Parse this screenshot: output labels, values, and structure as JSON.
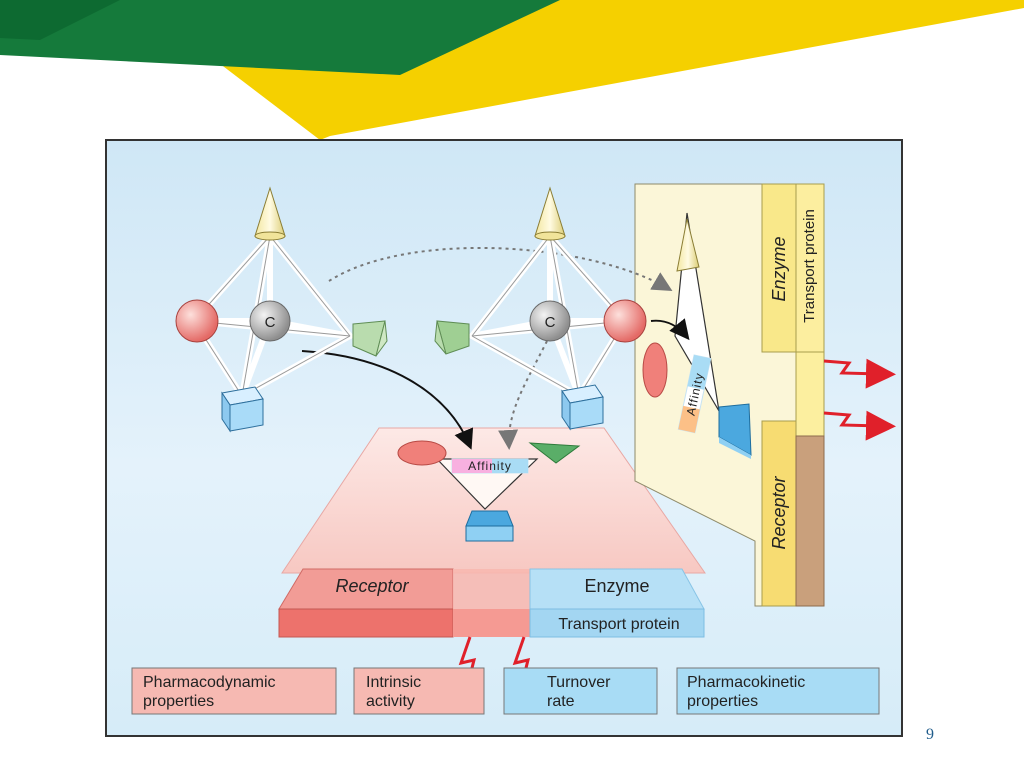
{
  "slide_number": "9",
  "colors": {
    "banner_green": "#157a3b",
    "banner_yellow": "#f5d000",
    "receptor_red": "#f08a86",
    "enzyme_blue": "#a8d8f0",
    "plate_cream": "#fbf5d6",
    "arrow_red": "#e0202a"
  },
  "molecule_left": {
    "center_label": "C"
  },
  "molecule_right": {
    "center_label": "C"
  },
  "wall": {
    "enzyme_label": "Enzyme",
    "transport_label": "Transport protein",
    "receptor_label": "Receptor",
    "affinity_label": "Affinity"
  },
  "floor": {
    "affinity_label": "Affinity",
    "receptor_label": "Receptor",
    "enzyme_label": "Enzyme",
    "transport_label": "Transport protein"
  },
  "boxes": [
    {
      "line1": "Pharmacodynamic",
      "line2": "properties"
    },
    {
      "line1": "Intrinsic",
      "line2": "activity"
    },
    {
      "line1": "Turnover",
      "line2": "rate"
    },
    {
      "line1": "Pharmacokinetic",
      "line2": "properties"
    }
  ]
}
